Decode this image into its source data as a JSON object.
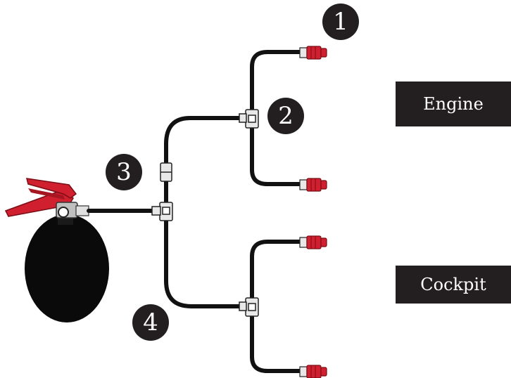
{
  "zones": {
    "engine": "Engine",
    "cockpit": "Cockpit"
  },
  "markers": [
    "1",
    "2",
    "3",
    "4"
  ],
  "colors": {
    "hose": "#111111",
    "fitting": "#e8e8e8",
    "nozzle_red": "#d01f2e",
    "extinguisher_body": "#0a0a0a",
    "label_bg": "#231f20",
    "label_text": "#ffffff"
  },
  "icons": [
    "fire-extinguisher-icon",
    "tee-fitting-icon",
    "coupling-icon",
    "nozzle-icon"
  ]
}
